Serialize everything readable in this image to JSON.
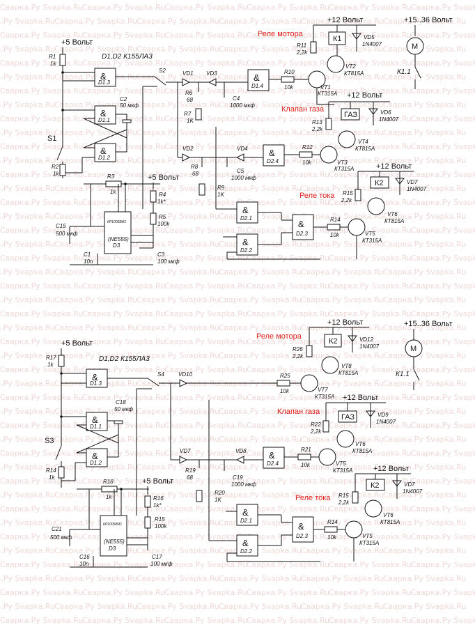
{
  "watermark": "Сварка.Ру Svapka.Ru",
  "power": {
    "v5": "+5 Вольт",
    "v12": "+12 Вольт",
    "v15_36": "+15..36 Вольт"
  },
  "titles": {
    "d1d2_top": "D1,D2  К155ЛА3",
    "d1d2_bottom": "D1,D2  К155ЛА3",
    "relay_motor": "Реле мотора",
    "gas_valve": "Клапан газа",
    "relay_current": "Реле тока"
  },
  "top": {
    "r1": "R1",
    "r1v": "1k",
    "r2": "R2",
    "r2v": "1k",
    "r3": "R3",
    "r3v": "1k",
    "r4": "R4",
    "r4v": "1k*",
    "r5": "R5",
    "r5v": "100k",
    "r6": "R6",
    "r6v": "68",
    "r7": "R7",
    "r7v": "1K",
    "r8": "R8",
    "r8v": "68",
    "r9": "R9",
    "r9v": "1K",
    "r10": "R10",
    "r10v": "10k",
    "r11": "R11",
    "r11v": "2,2k",
    "r12": "R12",
    "r12v": "10k",
    "r13": "R13",
    "r13v": "2,2k",
    "r14": "R14",
    "r14v": "10k",
    "r15": "R15",
    "r15v": "2,2k",
    "c1": "C1",
    "c1v": "10n",
    "c2": "C2",
    "c2v": "50 мкф",
    "c3": "C3",
    "c3v": "100 мкф",
    "c4": "C4",
    "c4v": "1000 мкф",
    "c5": "C5",
    "c5v": "1000 мкф",
    "c15": "C15",
    "c15v": "500 мкф",
    "s1": "S1",
    "s2": "S2",
    "vd1": "VD1",
    "vd2": "VD2",
    "vd3": "VD3",
    "vd4": "VD4",
    "vd5": "VD5",
    "vd5v": "1N4007",
    "vd6": "VD6",
    "vd6v": "1N4007",
    "vd7": "VD7",
    "vd7v": "1N4007",
    "vt1": "VT1",
    "vt1v": "КТ315А",
    "vt2": "VT2",
    "vt2v": "КТ815А",
    "vt3": "VT3",
    "vt3v": "КТ315А",
    "vt4": "VT4",
    "vt4v": "КТ815А",
    "vt5": "VT5",
    "vt5v": "КТ315А",
    "vt6": "VT6",
    "vt6v": "КТ815А",
    "k1": "К1",
    "k2": "К2",
    "gaz": "ГАЗ",
    "k11": "К1.1",
    "motor": "M",
    "d3": "D3",
    "d3type": "(NE555)",
    "d3ru": "КР1006ВИ1",
    "g_d13": "D1.3",
    "g_d11": "D1.1",
    "g_d12": "D1.2",
    "g_d14": "D1.4",
    "g_d24": "D2.4",
    "g_d21": "D2.1",
    "g_d22": "D2.2",
    "g_d23": "D2.3"
  },
  "bottom": {
    "r14": "R14",
    "r14v": "1k",
    "r15": "R15",
    "r15v": "100k",
    "r16": "R16",
    "r16v": "1k*",
    "r17": "R17",
    "r17v": "1k",
    "r18": "R18",
    "r18v": "1k",
    "r19": "R19",
    "r19v": "68",
    "r20": "R20",
    "r20v": "1K",
    "r21": "R21",
    "r21v": "10k",
    "r22": "R22",
    "r22v": "2,2k",
    "r25": "R25",
    "r25v": "10k",
    "r26": "R26",
    "r26v": "2,2k",
    "r14b": "R14",
    "r14bv": "10k",
    "r15b": "R15",
    "r15bv": "2,2k",
    "c16": "C16",
    "c16v": "10n",
    "c17": "C17",
    "c17v": "100 мкф",
    "c18": "C18",
    "c18v": "50 мкф",
    "c19": "C19",
    "c19v": "1000 мкф",
    "c21": "C21",
    "c21v": "500 мкф",
    "s3": "S3",
    "s4": "S4",
    "vd7a": "VD7",
    "vd8": "VD8",
    "vd10": "VD10",
    "vd12": "VD12",
    "vd12v": "1N4007",
    "vd9": "VD9",
    "vd9v": "1N4007",
    "vd7b": "VD7",
    "vd7bv": "1N4007",
    "vt7": "VT7",
    "vt7v": "КТ315А",
    "vt8": "VT8",
    "vt8v": "КТ815А",
    "vt5": "VT5",
    "vt5v": "КТ315А",
    "vt6": "VT6",
    "vt6v": "КТ815А",
    "vt5b": "VT5",
    "vt5bv": "КТ315А",
    "vt6b": "VT6",
    "vt6bv": "КТ815А",
    "k2a": "К2",
    "k2b": "К2",
    "gaz": "ГАЗ",
    "k11": "К1.1",
    "motor": "M",
    "d3": "D3",
    "d3type": "(NE555)",
    "d3ru": "КР1006ВИ1",
    "g_d13": "D1.3",
    "g_d11": "D1.1",
    "g_d12": "D1.2",
    "g_d24": "D2.4",
    "g_d21": "D2.1",
    "g_d22": "D2.2",
    "g_d23": "D2.3"
  },
  "nand_symbol": "&"
}
